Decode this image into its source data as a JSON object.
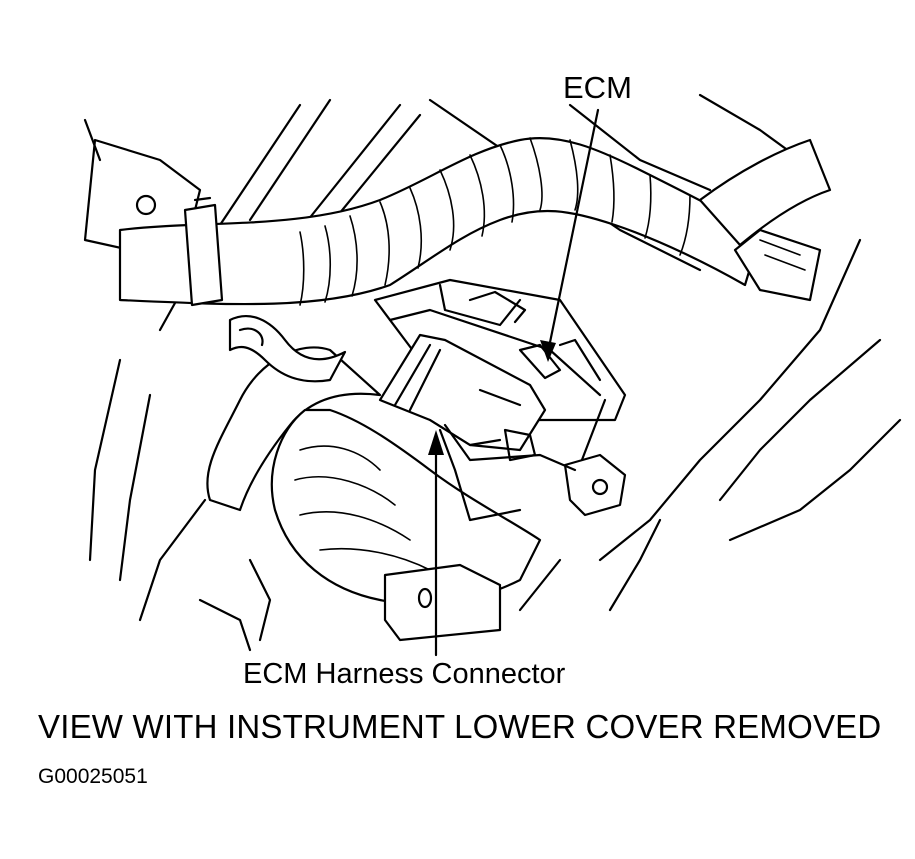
{
  "labels": {
    "ecm": "ECM",
    "harness_connector": "ECM Harness Connector"
  },
  "caption": "VIEW WITH INSTRUMENT LOWER COVER REMOVED",
  "figure_id": "G00025051"
}
